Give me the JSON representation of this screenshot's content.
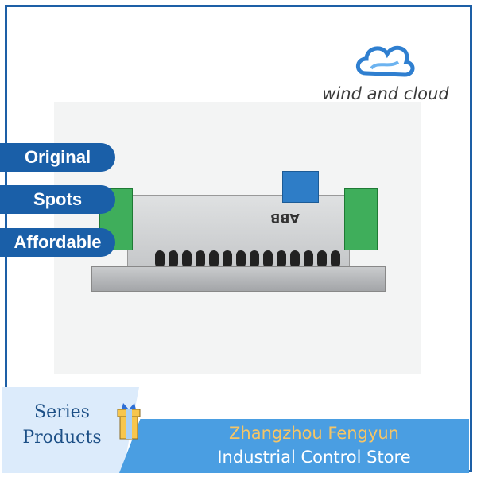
{
  "brand": {
    "logo_text": "wind and cloud",
    "icon": "cloud-icon"
  },
  "tags": [
    "Original",
    "Spots",
    "Affordable"
  ],
  "device": {
    "brand_mark": "ABB"
  },
  "footer": {
    "series_line1": "Series",
    "series_line2": "Products",
    "store_line1": "Zhangzhou Fengyun",
    "store_line2": "Industrial Control Store",
    "gift_icon": "gift-icon"
  },
  "colors": {
    "frame": "#1d5fa6",
    "tag": "#1a5fa8",
    "banner": "#4a9ee2",
    "accent": "#f5c566"
  }
}
